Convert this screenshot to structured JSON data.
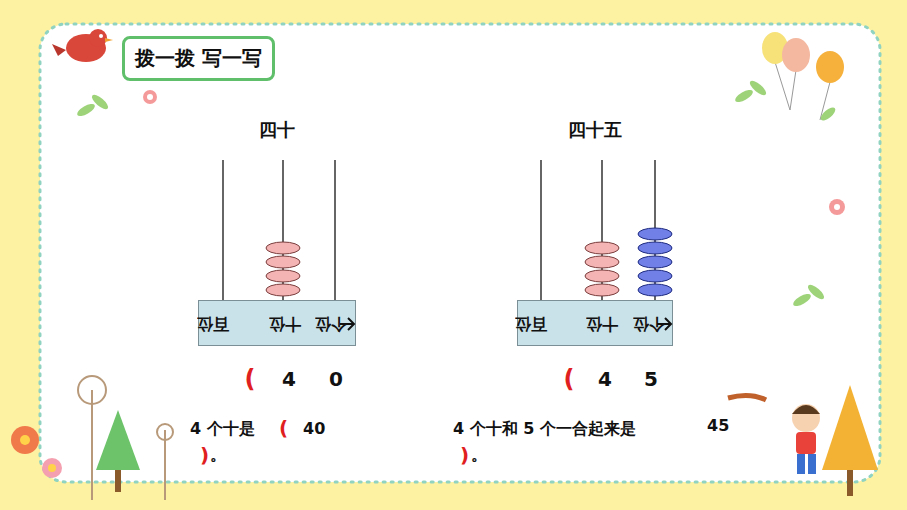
{
  "diagram": {
    "nodes": [
      {
        "text": [
          "拨一拨 写一写"
        ]
      },
      {
        "text": [
          "百位",
          "十位",
          "个位"
        ]
      },
      {
        "text": [
          "百位",
          "十位",
          "个位"
        ]
      }
    ],
    "labels": [
      "四十",
      "(",
      "4",
      "0",
      "四十五",
      "(",
      "4",
      "5",
      "4 个十是",
      "(",
      "40",
      ")",
      "。",
      "4 个十和 5 个一合起来是",
      "45",
      ")",
      "。"
    ]
  }
}
